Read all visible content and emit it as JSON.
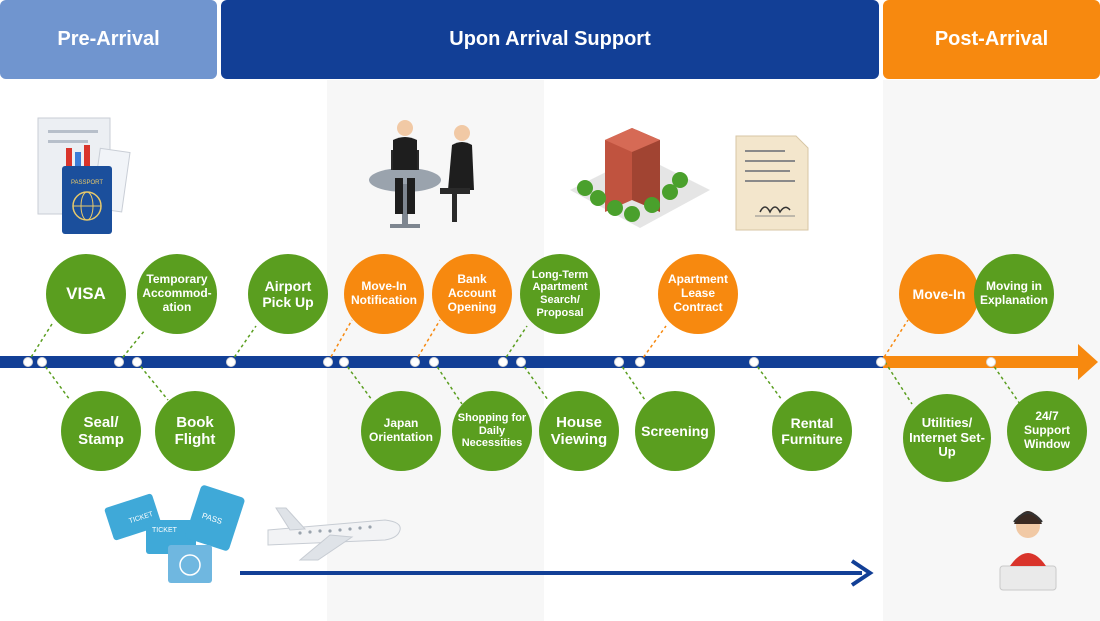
{
  "phases": {
    "pre": "Pre-Arrival",
    "upon": "Upon Arrival Support",
    "post": "Post-Arrival"
  },
  "steps": {
    "visa": "VISA",
    "temp_accom": "Temporary Accommod-ation",
    "seal": "Seal/ Stamp",
    "book_flight": "Book Flight",
    "airport": "Airport Pick Up",
    "movein_notif": "Move-In Notification",
    "japan_orient": "Japan Orientation",
    "bank": "Bank Account Opening",
    "shopping": "Shopping for Daily Necessities",
    "longterm": "Long-Term Apartment Search/ Proposal",
    "house_viewing": "House Viewing",
    "screening": "Screening",
    "lease": "Apartment Lease Contract",
    "rental": "Rental Furniture",
    "movein": "Move-In",
    "moving_expl": "Moving in Explanation",
    "utilities": "Utilities/ Internet Set-Up",
    "support": "24/7 Support Window"
  },
  "illustration_text": {
    "passport": "PASSPORT",
    "ticket": "TICKET",
    "pass": "PASS"
  },
  "colors": {
    "pre_band": "#7095cf",
    "upon_band": "#123f96",
    "post_band": "#f7890f",
    "timeline": "#123f96",
    "green": "#5a9e1f",
    "orange": "#f7890f"
  }
}
